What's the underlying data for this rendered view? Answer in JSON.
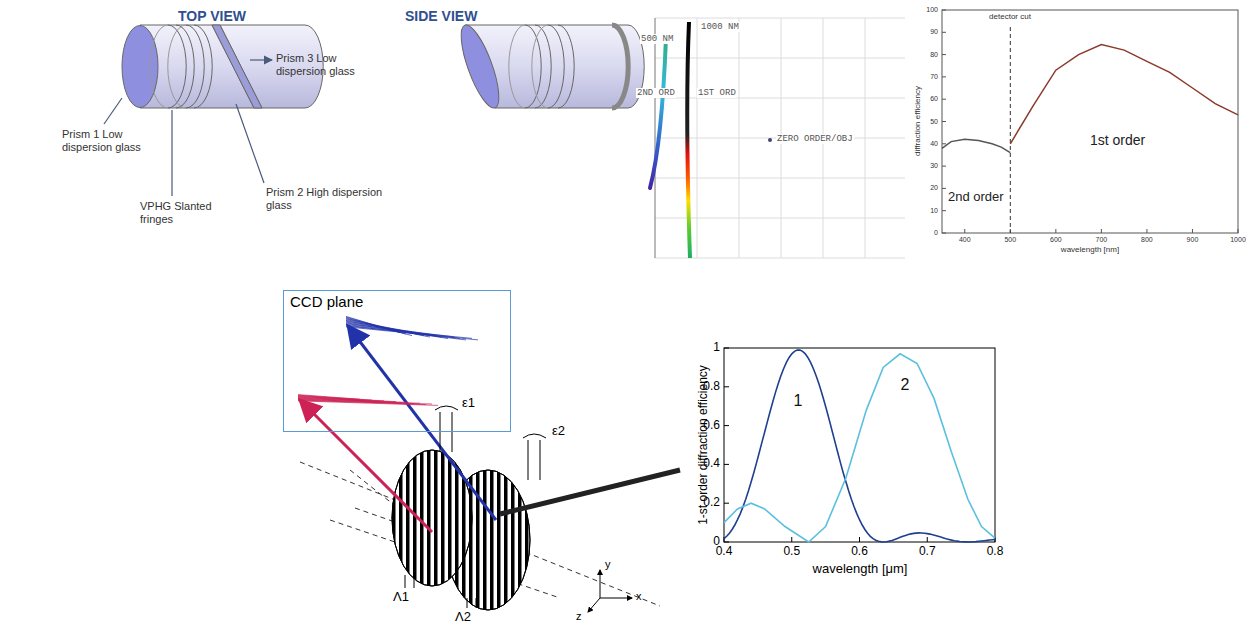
{
  "diagram": {
    "nodes": [
      {
        "text": [
          "CCD plane"
        ]
      }
    ],
    "edges": [],
    "labels": [
      "TOP VIEW",
      "SIDE VIEW",
      "Prism 3 Low dispersion glass",
      "Prism 1 Low dispersion glass",
      "VPHG Slanted fringes",
      "Prism 2 High dispersion glass",
      "500 NM",
      "1000 NM",
      "2ND ORD",
      "1ST ORD",
      "ZERO ORDER/OBJ",
      "detector cut",
      "1st order",
      "2nd order",
      "diffraction efficiency",
      "wavelength [nm]",
      "0",
      "10",
      "20",
      "30",
      "40",
      "50",
      "60",
      "70",
      "80",
      "90",
      "100",
      "400",
      "500",
      "600",
      "700",
      "800",
      "900",
      "1000",
      "1",
      "2",
      "1-st order diffraction efficiency",
      "wavelength [μm]",
      "0",
      "0.2",
      "0.4",
      "0.6",
      "0.8",
      "1",
      "0.4",
      "0.5",
      "0.6",
      "0.7",
      "0.8",
      "ε1",
      "ε2",
      "Λ1",
      "Λ2",
      "x",
      "y",
      "z"
    ]
  }
}
